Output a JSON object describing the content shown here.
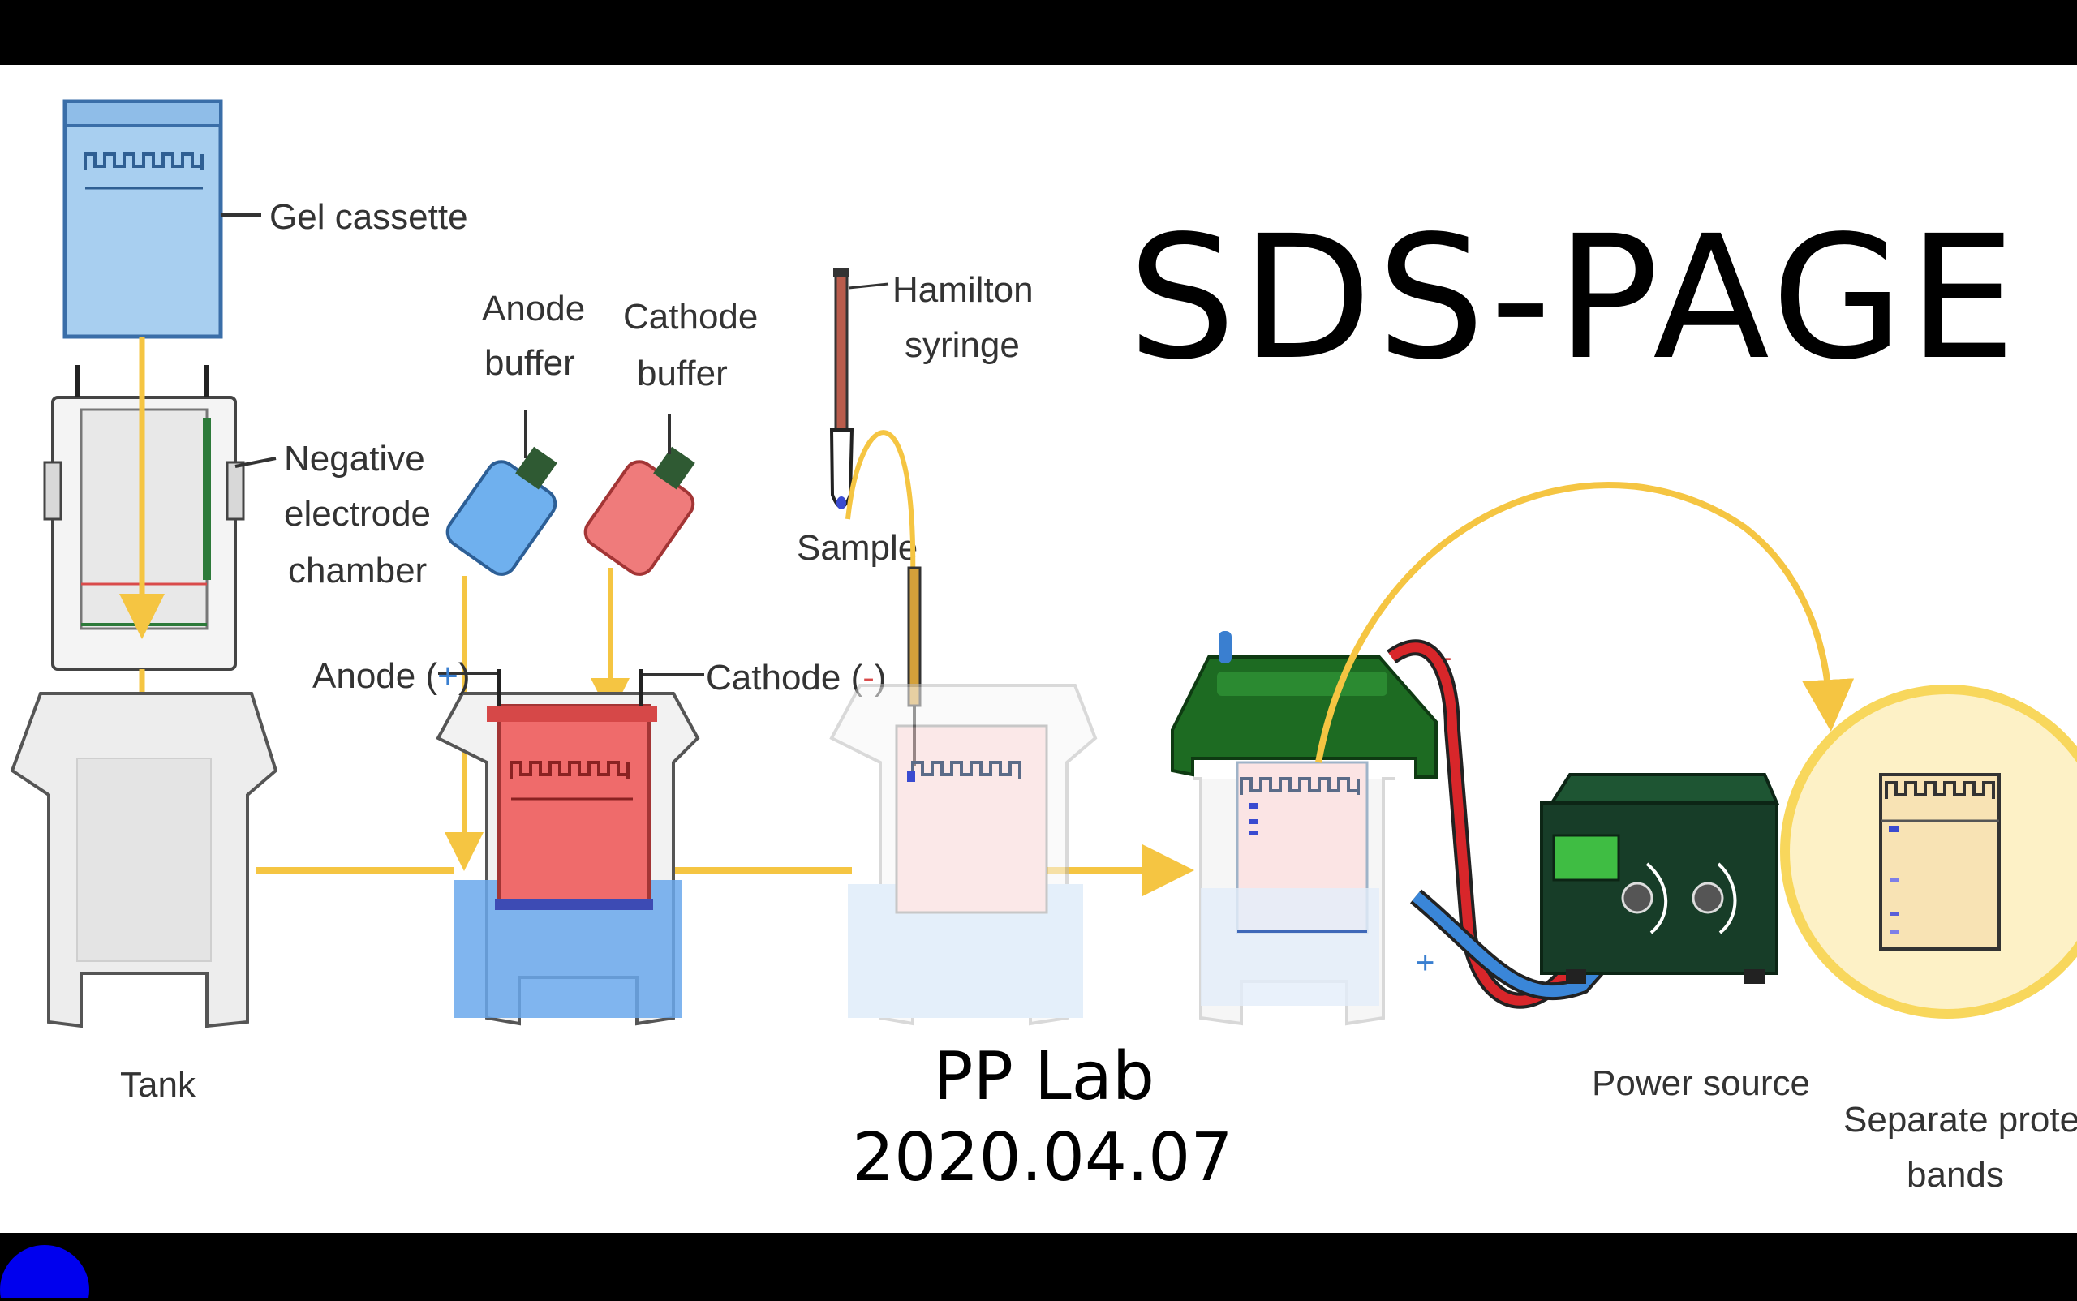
{
  "title": "SDS-PAGE",
  "labels": {
    "gel_cassette": "Gel cassette",
    "negative_chamber": [
      "Negative",
      "electrode",
      "chamber"
    ],
    "anode_buffer": [
      "Anode",
      "buffer"
    ],
    "cathode_buffer": [
      "Cathode",
      "buffer"
    ],
    "hamilton_syringe": [
      "Hamilton",
      "syringe"
    ],
    "sample": "Sample",
    "anode_prefix": "Anode (",
    "anode_sign": "+",
    "anode_suffix": ")",
    "cathode_prefix": "Cathode (",
    "cathode_sign": "-",
    "cathode_suffix": ")",
    "tank": "Tank",
    "power_source": "Power source",
    "separate_bands": [
      "Separate protein",
      "bands"
    ],
    "plus_mark": "+",
    "minus_mark": "-"
  },
  "footer": {
    "lab": "PP Lab",
    "date": "2020.04.07"
  },
  "colors": {
    "arrow": "#f5c542",
    "cassette_blue": "#a8cff0",
    "anode_blue": "#5aa0e8",
    "cathode_red": "#ef6b6b",
    "lid_green": "#1d6b22",
    "power_green": "#173d28",
    "result_ring": "#f8d75c"
  }
}
